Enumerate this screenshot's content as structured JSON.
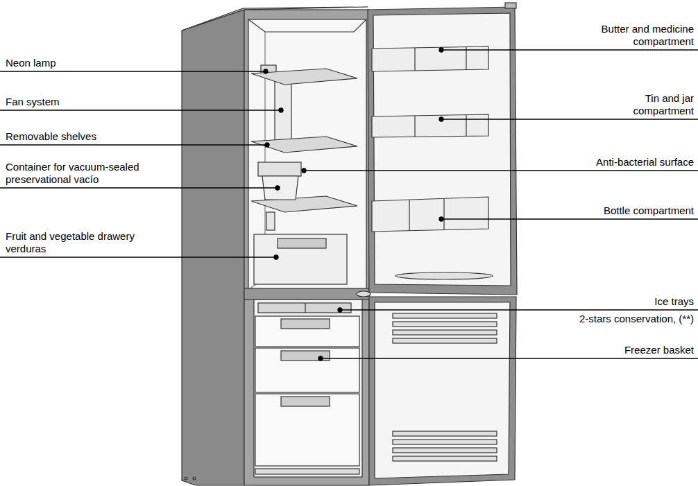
{
  "diagram": {
    "labels": [
      "Neon lamp",
      "Fan system",
      "Removable shelves",
      "Container for vacuum-sealed preservational vacío",
      "Fruit and vegetable drawery verduras",
      "Butter and medicine compartment",
      "Tin and jar compartment",
      "Anti-bacterial surface",
      "Bottle compartment",
      "Ice trays",
      "2-stars conservation, (**)",
      "Freezer basket"
    ]
  }
}
